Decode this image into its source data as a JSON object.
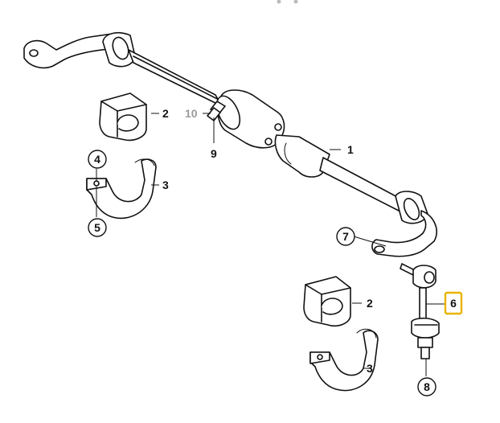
{
  "diagram": {
    "labels": {
      "stabilizer_bar": "1",
      "bushing_upper": "2",
      "bracket_upper": "3",
      "nut_4": "4",
      "bolt_5": "5",
      "link_6": "6",
      "nut_7": "7",
      "nut_8": "8",
      "clamp_9": "9",
      "ring_10": "10",
      "bushing_lower": "2",
      "bracket_lower": "3"
    },
    "highlight_color": "#e8b400",
    "faded_color": "#9a9a9a"
  }
}
